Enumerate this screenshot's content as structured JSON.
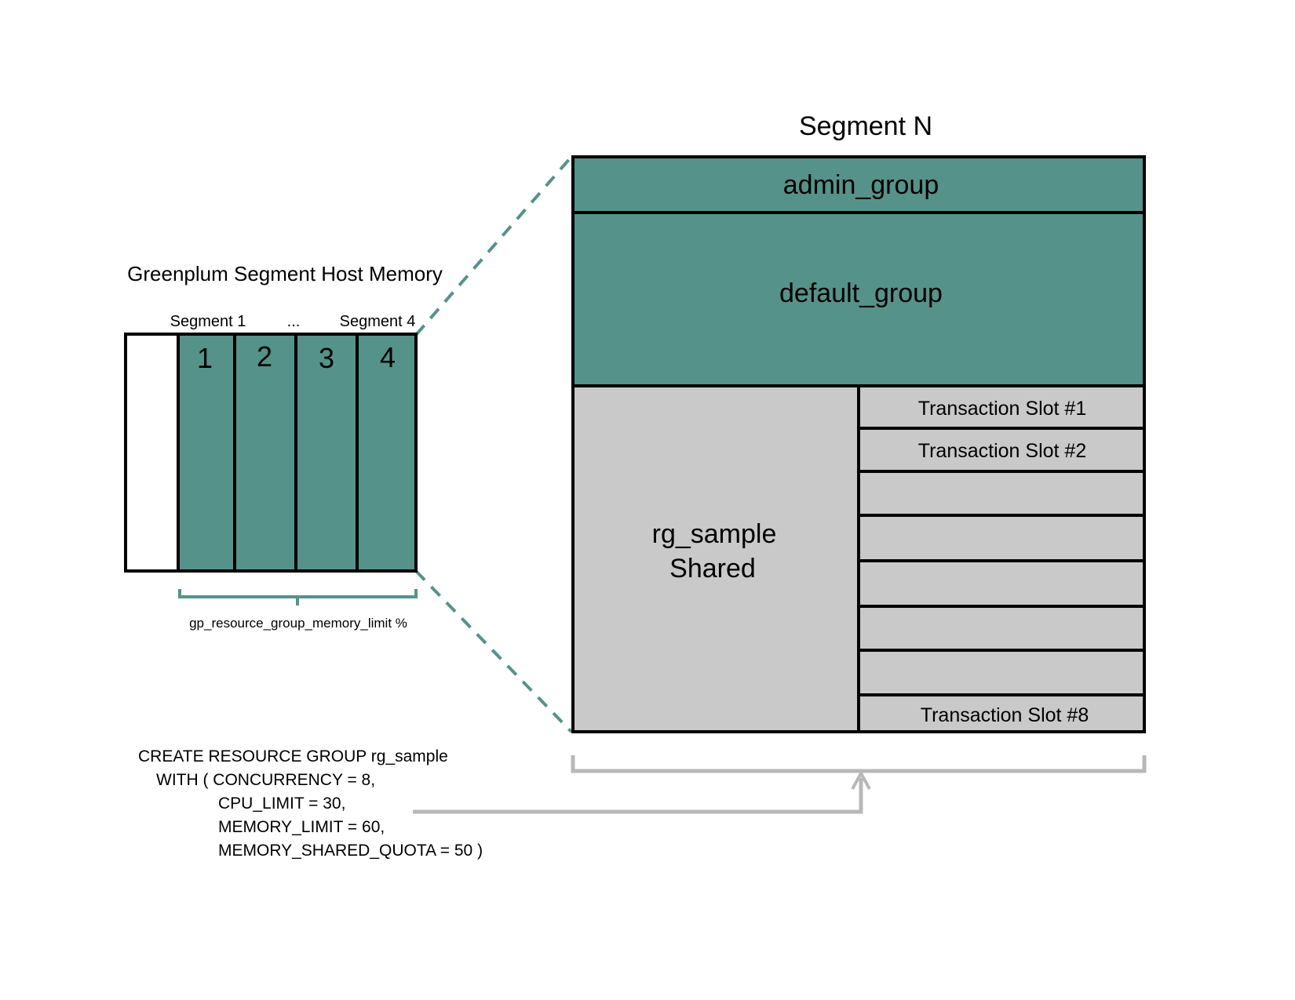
{
  "colors": {
    "teal": "#55928a",
    "gray": "#c9c9c9",
    "outline": "#000000",
    "connector": "#b8b8b8"
  },
  "host": {
    "title": "Greenplum Segment Host Memory",
    "label_first": "Segment 1",
    "label_ellipsis": "...",
    "label_last": "Segment 4",
    "segments": [
      "1",
      "2",
      "3",
      "4"
    ],
    "brace_label": "gp_resource_group_memory_limit %"
  },
  "segment_n": {
    "title": "Segment N",
    "admin_group": "admin_group",
    "default_group": "default_group",
    "rg_line1": "rg_sample",
    "rg_line2": "Shared",
    "slots": [
      "Transaction Slot #1",
      "Transaction Slot #2",
      "",
      "",
      "",
      "",
      "",
      "Transaction Slot #8"
    ]
  },
  "sql": {
    "line1": "CREATE RESOURCE GROUP rg_sample",
    "line2": "WITH ( CONCURRENCY = 8,",
    "line3": "CPU_LIMIT = 30,",
    "line4": "MEMORY_LIMIT = 60,",
    "line5": "MEMORY_SHARED_QUOTA = 50 )"
  }
}
